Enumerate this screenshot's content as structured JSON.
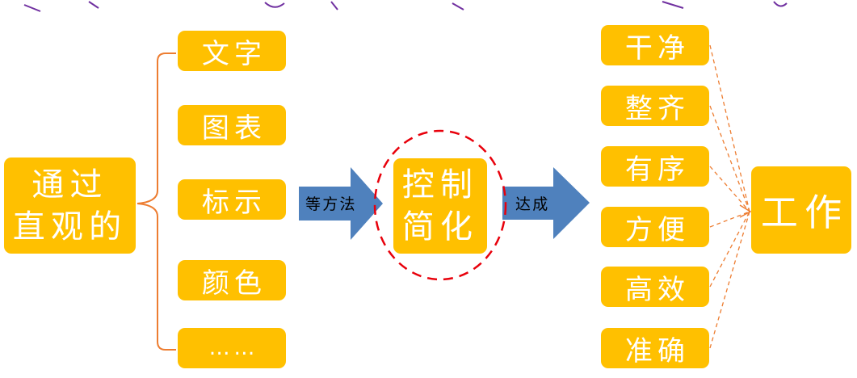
{
  "source_box": {
    "line1": "通过",
    "line2": "直观的"
  },
  "methods": [
    "文字",
    "图表",
    "标示",
    "颜色",
    "……"
  ],
  "arrow_method": {
    "label": "等方法"
  },
  "control_box": {
    "line1": "控制",
    "line2": "简化"
  },
  "arrow_result": {
    "label": "达成"
  },
  "qualities": [
    "干净",
    "整齐",
    "有序",
    "方便",
    "高效",
    "准确"
  ],
  "target_box": {
    "label": "工作"
  },
  "colors": {
    "box_fill": "#FFC000",
    "box_text": "#FFFFFF",
    "arrow_fill": "#4F81BD",
    "brace": "#ED7D31",
    "dashed_circle": "#E8000B",
    "connector": "#ED7D31",
    "header_text": "#7030A0"
  }
}
